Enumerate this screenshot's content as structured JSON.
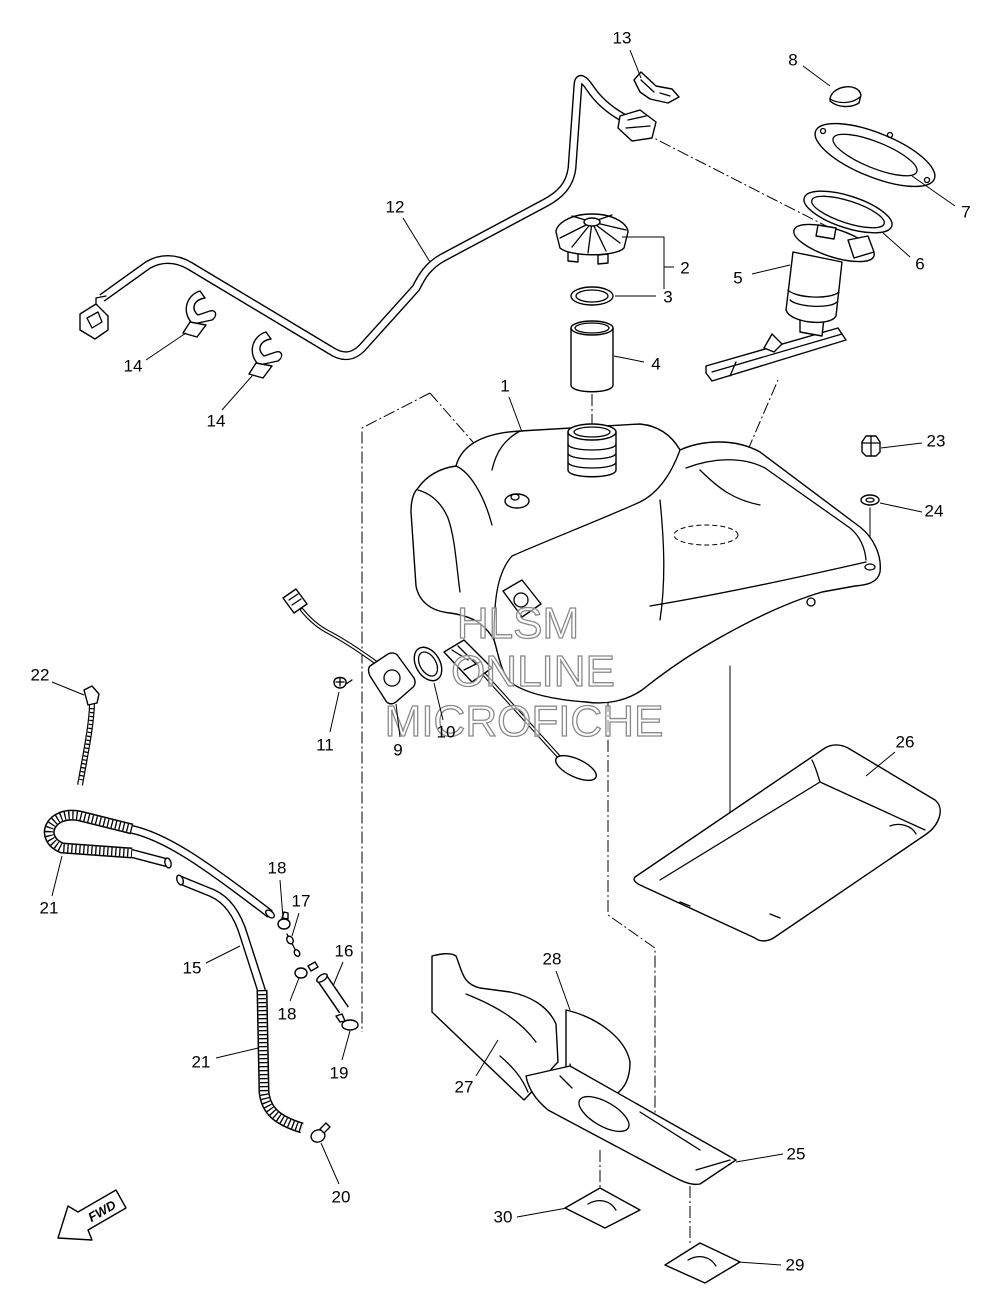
{
  "diagram": {
    "callouts": [
      "13",
      "8",
      "7",
      "12",
      "2",
      "6",
      "3",
      "5",
      "14",
      "4",
      "14",
      "1",
      "23",
      "24",
      "22",
      "11",
      "9",
      "10",
      "26",
      "18",
      "17",
      "21",
      "16",
      "15",
      "18",
      "28",
      "27",
      "21",
      "19",
      "25",
      "20",
      "30",
      "29"
    ],
    "watermark": [
      "HLSM",
      "ONLINE",
      "MICROFICHE"
    ],
    "fwd_label": "FWD"
  },
  "colors": {
    "line": "#000000",
    "background": "#ffffff",
    "watermark": "#8a8a8a"
  }
}
